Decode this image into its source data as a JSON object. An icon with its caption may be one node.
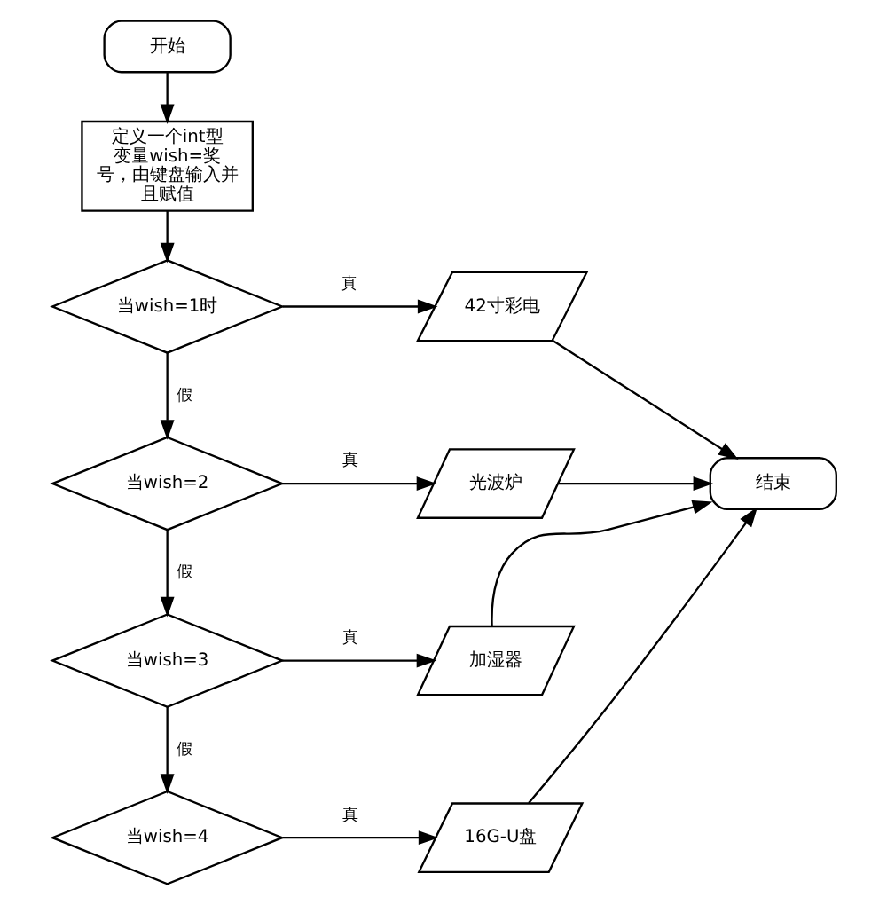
{
  "diagram": {
    "nodes": [
      {
        "text": [
          "开始"
        ]
      },
      {
        "text": [
          "定义一个int型变量wish=奖号，由键盘输入并且赋值"
        ]
      },
      {
        "text": [
          "当wish=1时"
        ]
      },
      {
        "text": [
          "42寸彩电"
        ]
      },
      {
        "text": [
          "当wish=2"
        ]
      },
      {
        "text": [
          "光波炉"
        ]
      },
      {
        "text": [
          "当wish=3"
        ]
      },
      {
        "text": [
          "加湿器"
        ]
      },
      {
        "text": [
          "当wish=4"
        ]
      },
      {
        "text": [
          "16G-U盘"
        ]
      },
      {
        "text": [
          "结束"
        ]
      }
    ],
    "edges": [
      {
        "from": 0,
        "to": 1,
        "arrow": "to"
      },
      {
        "from": 1,
        "to": 2,
        "arrow": "to"
      },
      {
        "from": 2,
        "to": 3,
        "arrow": "to",
        "label": "真"
      },
      {
        "from": 2,
        "to": 4,
        "arrow": "to",
        "label": "假"
      },
      {
        "from": 4,
        "to": 5,
        "arrow": "to",
        "label": "真"
      },
      {
        "from": 4,
        "to": 6,
        "arrow": "to",
        "label": "假"
      },
      {
        "from": 6,
        "to": 7,
        "arrow": "to",
        "label": "真"
      },
      {
        "from": 6,
        "to": 8,
        "arrow": "to",
        "label": "假"
      },
      {
        "from": 8,
        "to": 9,
        "arrow": "to",
        "label": "真"
      },
      {
        "from": 3,
        "to": 10,
        "arrow": "to"
      },
      {
        "from": 5,
        "to": 10,
        "arrow": "to"
      },
      {
        "from": 7,
        "to": 10,
        "arrow": "to"
      },
      {
        "from": 9,
        "to": 10,
        "arrow": "to"
      }
    ]
  }
}
